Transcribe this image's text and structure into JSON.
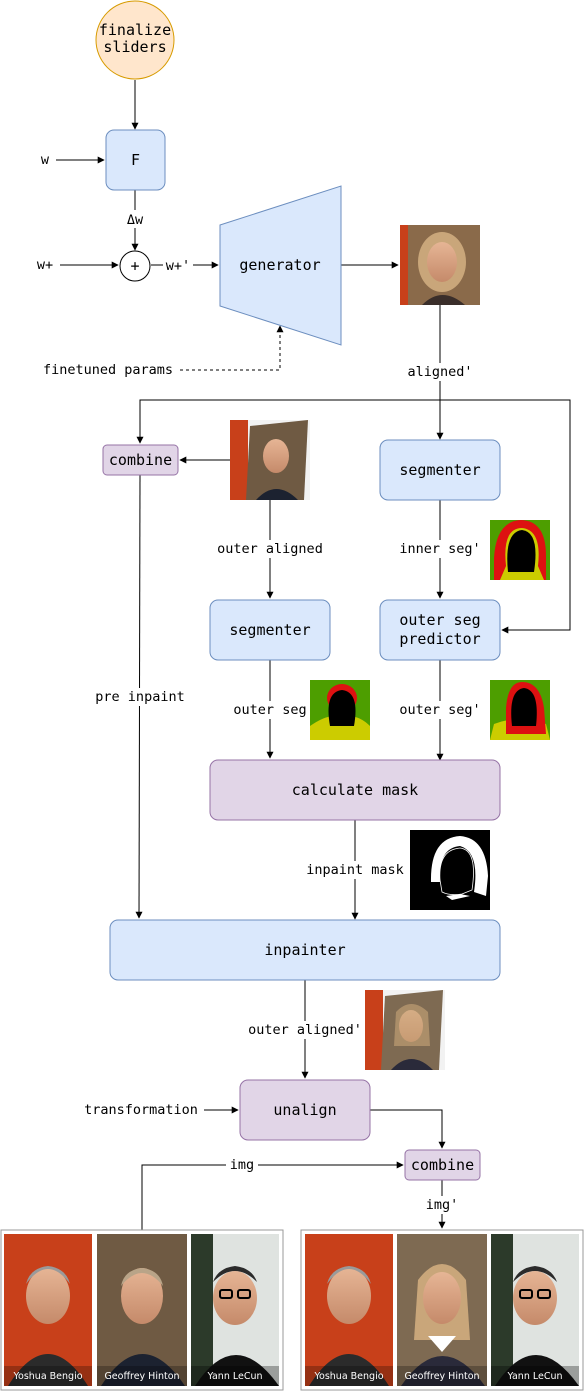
{
  "nodes": {
    "finalize_sliders": [
      "finalize",
      "sliders"
    ],
    "f": "F",
    "plus": "+",
    "generator": "generator",
    "combine_top": "combine",
    "segmenter_inner": "segmenter",
    "segmenter_outer": "segmenter",
    "outer_seg_predictor": [
      "outer seg",
      "predictor"
    ],
    "calculate_mask": "calculate mask",
    "inpainter": "inpainter",
    "unalign": "unalign",
    "combine_bottom": "combine"
  },
  "inputs": {
    "w": "w",
    "w_plus": "w+",
    "finetuned_params": "finetuned params",
    "transformation": "transformation"
  },
  "edge_labels": {
    "delta_w": "Δw",
    "w_plus_prime": "w+'",
    "aligned_prime": "aligned'",
    "outer_aligned": "outer aligned",
    "inner_seg_prime": "inner seg'",
    "pre_inpaint": "pre inpaint",
    "outer_seg": "outer seg",
    "outer_seg_prime": "outer seg'",
    "inpaint_mask": "inpaint mask",
    "outer_aligned_prime": "outer aligned'",
    "img": "img",
    "img_prime": "img'"
  },
  "photo_strip_input": [
    "Yoshua Bengio",
    "Geoffrey Hinton",
    "Yann LeCun"
  ],
  "photo_strip_output": [
    "Yoshua Bengio",
    "Geoffrey Hinton",
    "Yann LeCun"
  ],
  "colors": {
    "blue_fill": "#dae8fc",
    "blue_stroke": "#6c8ebf",
    "purple_fill": "#e1d5e7",
    "purple_stroke": "#9673a6",
    "orange_fill": "#ffe6cc",
    "orange_stroke": "#d79b00",
    "seg_green": "#4d9e00",
    "seg_red": "#dd1111",
    "seg_yellow": "#cccc00"
  }
}
